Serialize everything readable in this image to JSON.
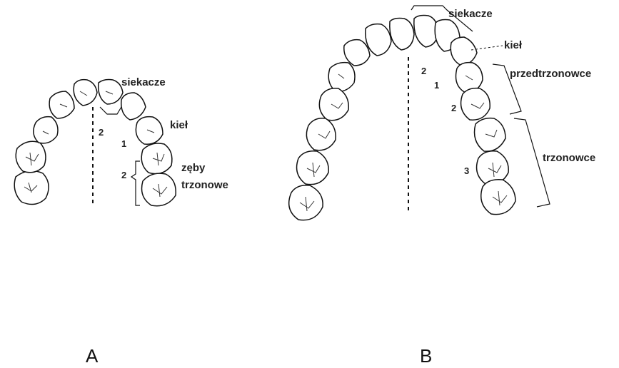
{
  "diagram_a": {
    "caption": "A",
    "labels": {
      "incisors": "siekacze",
      "canine": "kieł",
      "molars_line1": "zęby",
      "molars_line2": "trzonowe"
    },
    "counts": {
      "incisors": "2",
      "canine": "1",
      "molars": "2"
    }
  },
  "diagram_b": {
    "caption": "B",
    "labels": {
      "incisors": "siekacze",
      "canine": "kieł",
      "premolars": "przedtrzonowce",
      "molars": "trzonowce"
    },
    "counts": {
      "incisors": "2",
      "canine": "1",
      "premolars": "2",
      "molars": "3"
    }
  }
}
